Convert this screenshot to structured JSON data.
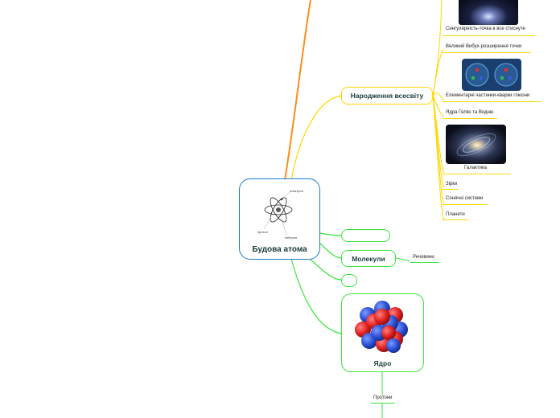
{
  "center": {
    "title": "Будова атома",
    "diagram_labels": {
      "electron": "електрон",
      "proton": "протон",
      "neutron": "нейтрон"
    }
  },
  "birth": {
    "title": "Народження всесвіту",
    "items": {
      "singularity": "Сингулярність-точка в все стиснуте",
      "big_bang": "Великий Вибух-розширення точки",
      "elementary": "Елементарні частинки-кварки глюони",
      "nuclei": "Ядра Гелію та Водню",
      "galaxy": "Галактика",
      "stars": "Зірки",
      "solar": "Сонячні системи",
      "planets": "Планети"
    }
  },
  "molecules": {
    "title": "Молекули",
    "child": "Речовини"
  },
  "nucleus": {
    "title": "Ядро",
    "child": "Протони"
  },
  "colors": {
    "yellow": "#ffd700",
    "green": "#39e639",
    "orange": "#ff8c1a",
    "blue": "#1e7bc7",
    "proton_red": "#e02020",
    "neutron_blue": "#2a4fd6"
  },
  "icons": [
    "atom-icon",
    "singularity-image",
    "quark-gluon-image",
    "galaxy-image",
    "nucleus-image"
  ]
}
